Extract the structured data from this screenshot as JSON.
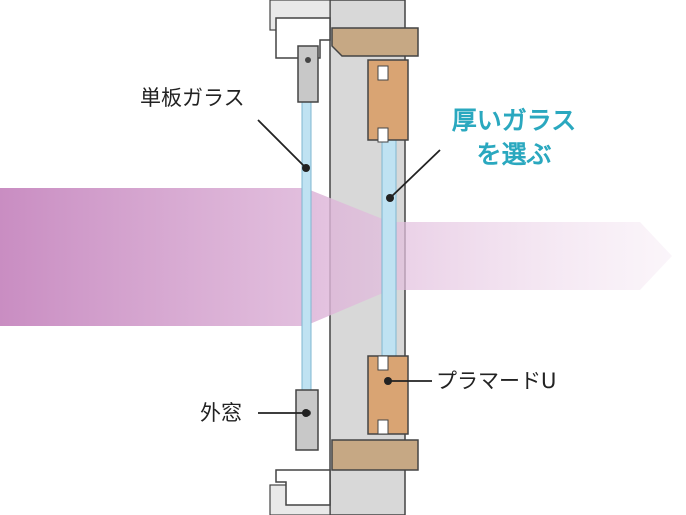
{
  "labels": {
    "single_glass": "単板ガラス",
    "thick_glass_line1": "厚いガラス",
    "thick_glass_line2": "を選ぶ",
    "inner_window": "プラマードU",
    "outer_window": "外窓"
  },
  "colors": {
    "accent": "#2aa8bf",
    "sound_wave": "#c98dc2",
    "glass": "#bfe2f2",
    "wood_frame": "#d9a473",
    "sash_gray": "#c8c8c8",
    "wall": "#d8d8d8"
  }
}
